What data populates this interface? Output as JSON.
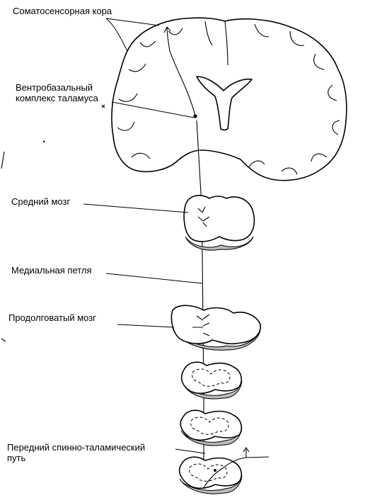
{
  "labels": {
    "somatosensory_cortex": "Соматосенсорная кора",
    "ventrobasal_complex_line1": "Вентробазальный",
    "ventrobasal_complex_line2": "комплекс таламуса",
    "midbrain": "Средний мозг",
    "medial_lemniscus": "Медиальная петля",
    "medulla": "Продолговатый мозг",
    "spinothalamic_line1": "Передний спинно-таламический",
    "spinothalamic_line2": "путь"
  },
  "colors": {
    "ink": "#000000",
    "background": "#ffffff",
    "shading": "#bdbdbd"
  }
}
